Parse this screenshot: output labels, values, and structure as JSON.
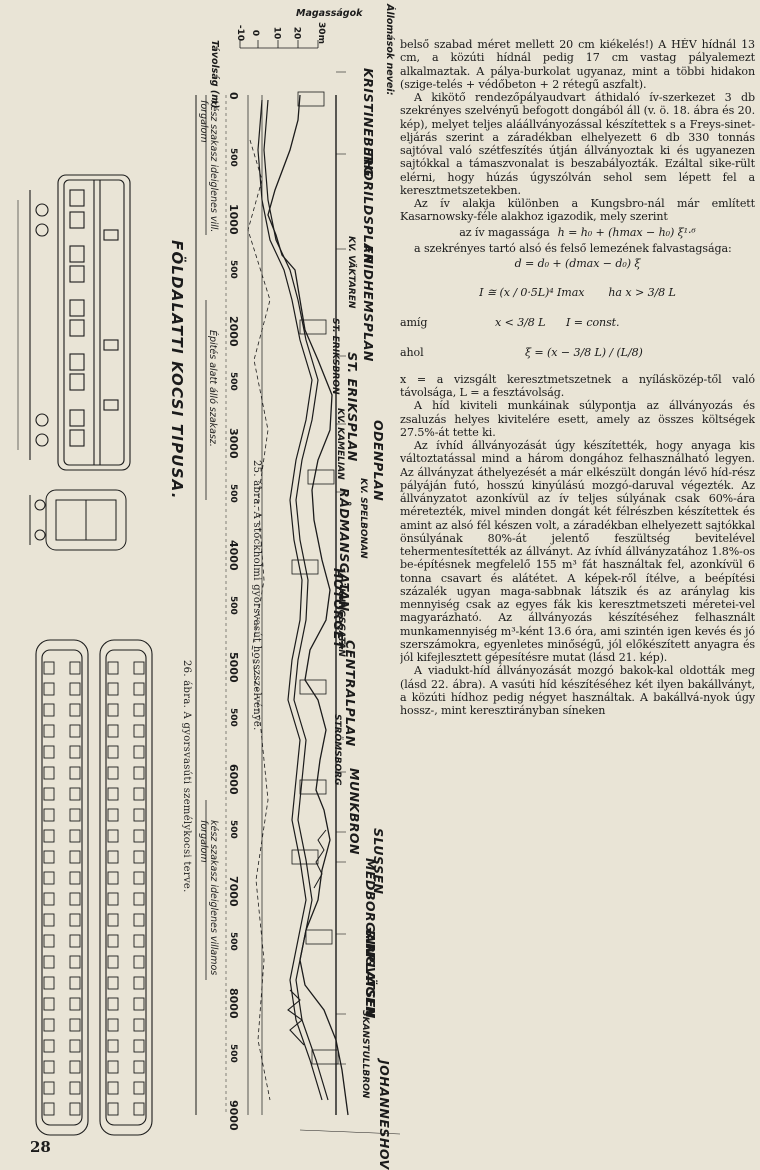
{
  "page_number": "28",
  "figure": {
    "title": "FÖLDALATTI KOCSI TIPUSA.",
    "caption_25": "25. ábra. A stockholmi gyorsvasút hosszszelvénye.",
    "caption_26": "26. ábra. A gyorsvasúti személykocsi terve.",
    "header_stations": "Állomások nevei:",
    "header_heights": "Magasságok",
    "header_distance": "Távolság (m)",
    "height_ticks": [
      "-10",
      "0",
      "10",
      "20",
      "30m"
    ],
    "distance_ticks": [
      "0",
      "500",
      "1000",
      "500",
      "2000",
      "500",
      "3000",
      "500",
      "4000",
      "500",
      "5000",
      "500",
      "6000",
      "500",
      "7000",
      "500",
      "8000",
      "500",
      "9000"
    ],
    "stations": [
      "KRISTINEBERG",
      "THORILDSPLAN",
      "FRIDHEMSPLAN",
      "ST. ERIKSPLAN",
      "ODENPLAN",
      "RÅDMANSGATAN",
      "HÖTORGET",
      "CENTRALPLAN",
      "MUNKBRON",
      "SLUSSEN",
      "MEDBORGARPLATSEN",
      "RINGVÄGEN",
      "SKANSTULLBRON",
      "JOHANNESHOV"
    ],
    "minor_labels": [
      "KV. VÄKTAREN",
      "ST. ERIKSBRON",
      "KV. KAMELIAN",
      "KV. SPELBONAN",
      "KUNGSGATAN",
      "STRÖMSBORG"
    ],
    "annotations": {
      "temp_traffic_1": "kész szakasz ideiglenes vill. forgalom",
      "under_construction": "Épités alatt álló szakasz.",
      "temp_traffic_2": "kész szakasz ideiglenes villamos forgalom"
    }
  },
  "text": {
    "p1": "belső szabad méret mellett 20 cm kiékelés!) A HÉV hídnál 13 cm, a közúti hídnál pedig 17 cm vastag pályalemezt alkalmaztak. A pálya-burkolat ugyanaz, mint a többi hidakon (szige-telés + védőbeton + 2 rétegű aszfalt).",
    "p2": "A kikötő rendezőpályaudvart áthidaló ív-szerkezet 3 db szekrényes szelvényű befogott dongából áll (v. ö. 18. ábra és 20. kép), melyet teljes aláállványozással készítettek s a Freys-sinet-eljárás szerint a záradékban elhelyezett 6 db 330 tonnás sajtóval való szétfeszítés útján állványoztak ki és ugyanezen sajtókkal a támaszvonalat is beszabályozták. Ezáltal sike-rült elérni, hogy húzás úgyszólván sehol sem lépett fel a keresztmetszetekben.",
    "p3": "Az ív alakja különben a Kungsbro-nál már említett Kasarnowsky-féle alakhoz igazodik, mely szerint",
    "eq1_prefix": "az ív magassága",
    "eq1": "h = h₀ + (hmax − h₀) ξ¹·⁶",
    "p4": "a szekrényes tartó alsó és felső lemezének falvastagsága:",
    "eq2": "d = d₀ + (dmax − d₀) ξ",
    "eq3_left": "I ≅ (x / 0·5L)⁴ Imax",
    "eq3_cond": "ha x > 3/8 L",
    "eq4_label": "amíg",
    "eq4": "x < 3/8 L      I = const.",
    "eq5_label": "ahol",
    "eq5": "ξ = (x − 3/8 L) / (L/8)",
    "p5": "x = a vizsgált keresztmetszetnek a nyílásközép-től való távolsága, L = a fesztávolság.",
    "p6": "A híd kiviteli munkáinak súlypontja az állványozás és zsaluzás helyes kivitelére esett, amely az összes költségek 27.5%-át tette ki.",
    "p7": "Az ívhíd állványozását úgy készítették, hogy anyaga kis változtatással mind a három dongához felhasználható legyen. Az állványzat áthelyezését a már elkészült dongán lévő híd-rész pályáján futó, hosszú kinyúlású mozgó-daruval végezték. Az állványzatot azonkívül az ív teljes súlyának csak 60%-ára méretezték, mivel minden dongát két félrészben készítettek és amint az alsó fél készen volt, a záradékban elhelyezett sajtókkal önsúlyának 80%-át jelentő feszültség bevitelével tehermentesítették az állványt. Az ívhíd állványzatához 1.8%-os be-építésnek megfelelő 155 m³ fát használtak fel, azonkívül 6 tonna csavart és alátétet. A képek-ről ítélve, a beépítési százalék ugyan maga-sabbnak látszik és az aránylag kis mennyiség csak az egyes fák kis keresztmetszeti méretei-vel magyarázható. Az állványozás készítéséhez felhasznált munkamennyiség m³-ként 13.6 óra, ami szintén igen kevés és jó szerszámokra, egyenletes minőségű, jól előkészített anyagra és jól kifejlesztett gépesítésre mutat (lásd 21. kép).",
    "p8": "A viadukt-híd állványozását mozgó bakok-kal oldották meg (lásd 22. ábra). A vasúti híd készítéséhez két ilyen bakállványt, a közúti hídhoz pedig négyet használtak. A bakállvá-nyok úgy hossz-, mint keresztirányban síneken"
  }
}
